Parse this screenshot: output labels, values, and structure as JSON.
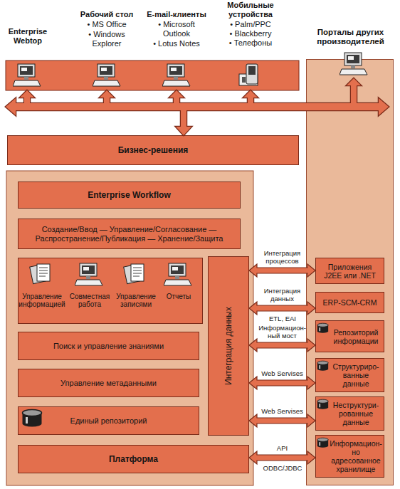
{
  "diagram": {
    "nodes": [
      {
        "text": [
          "Бизнес-решения"
        ]
      },
      {
        "text": [
          "Enterprise Workflow"
        ]
      },
      {
        "text": [
          "Создание/Ввод — Управление/Согласование — Распространение/Публикация — Хранение/Защита"
        ]
      },
      {
        "text": [
          "Управление информацией",
          "Совместная работа",
          "Управление записями",
          "Отчеты"
        ]
      },
      {
        "text": [
          "Поиск и управление знаниями"
        ]
      },
      {
        "text": [
          "Управление метаданными"
        ]
      },
      {
        "text": [
          "Единый репозиторий"
        ]
      },
      {
        "text": [
          "Интеграция данных"
        ]
      },
      {
        "text": [
          "Платформа"
        ]
      },
      {
        "text": [
          "Порталы других производителей"
        ]
      },
      {
        "text": [
          "Приложения J2EE или .NET"
        ],
        "in": 9
      },
      {
        "text": [
          "ERP-SCM-CRM"
        ],
        "in": 9
      },
      {
        "text": [
          "Репозиторий информации"
        ],
        "in": 9
      },
      {
        "text": [
          "Структуриро- ванные данные"
        ],
        "in": 9
      },
      {
        "text": [
          "Неструктури- рованные данные"
        ],
        "in": 9
      },
      {
        "text": [
          "Информацион- но адресованное хранилище"
        ],
        "in": 9
      }
    ],
    "edges": [
      {
        "from": 7,
        "to": 10,
        "label": "Интеграция процессов",
        "arrow": "both"
      },
      {
        "from": 7,
        "to": 11,
        "label": "Интеграция данных",
        "arrow": "both"
      },
      {
        "from": 7,
        "to": 12,
        "label": "Информацион- ный мост",
        "arrow": "both"
      },
      {
        "from": 7,
        "to": 13,
        "label": "Web Servises",
        "arrow": "both"
      },
      {
        "from": 7,
        "to": 14,
        "label": "Web Servises",
        "arrow": "both"
      },
      {
        "from": 8,
        "to": 15,
        "label": "API",
        "arrow": "both"
      }
    ],
    "labels": [
      "Enterprise Webtop",
      "Рабочий стол",
      "• MS Office",
      "• Windows Explorer",
      "E-mail-клиенты",
      "• Microsoft Outlook",
      "• Lotus Notes",
      "Мобильные устройства",
      "• Palm/PPC",
      "• Blackberry",
      "• Телефоны",
      "ETL, EAI",
      "ODBC/JDBC"
    ]
  }
}
